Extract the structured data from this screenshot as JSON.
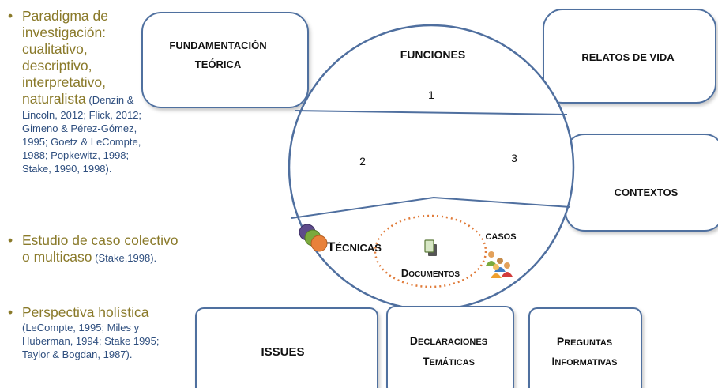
{
  "left_column": {
    "bullet_symbol": "•",
    "block1": {
      "main_lines": [
        "Paradigma de",
        "investigación:",
        "cualitativo,",
        "descriptivo,",
        "interpretativo,"
      ],
      "last_main": "naturalista",
      "ref_inline": " (Denzin &",
      "ref_lines": [
        "Lincoln, 2012; Flick, 2012;",
        "Gimeno & Pérez-Gómez,",
        "1995; Goetz & LeCompte,",
        "1988; Popkewitz, 1998;",
        "Stake, 1990, 1998)."
      ]
    },
    "block2": {
      "main_lines": [
        "Estudio de caso colectivo"
      ],
      "last_main": "o multicaso",
      "ref_inline": " (Stake,1998)."
    },
    "block3": {
      "main_lines": [
        "Perspectiva holística"
      ],
      "ref_lines": [
        "(LeCompte, 1995; Miles y",
        "Huberman, 1994; Stake 1995;",
        "Taylor & Bogdan, 1987)."
      ]
    }
  },
  "boxes": {
    "fundamentacion": [
      "FUNDAMENTACIÓN",
      "TEÓRICA"
    ],
    "relatos": "RELATOS DE VIDA",
    "contextos": "CONTEXTOS",
    "issues": "ISSUES",
    "declaraciones": [
      {
        "cap": "D",
        "rest": "ECLARACIONES"
      },
      {
        "cap": "T",
        "rest": "EMÁTICAS"
      }
    ],
    "preguntas": [
      {
        "cap": "P",
        "rest": "REGUNTAS"
      },
      {
        "cap": "I",
        "rest": "NFORMATIVAS"
      }
    ]
  },
  "circle": {
    "funciones": "FUNCIONES",
    "num1": "1",
    "num2": "2",
    "num3": "3",
    "tecnicas": {
      "cap": "T",
      "rest": "ÉCNICAS"
    },
    "casos": "CASOS",
    "documentos": {
      "cap": "D",
      "rest": "OCUMENTOS"
    }
  },
  "colors": {
    "stroke": "#4f6f9f",
    "ellipse_dotted": "#e07b39",
    "bullet_main": "#8a7a2a",
    "bullet_ref": "#2f4f7f"
  }
}
